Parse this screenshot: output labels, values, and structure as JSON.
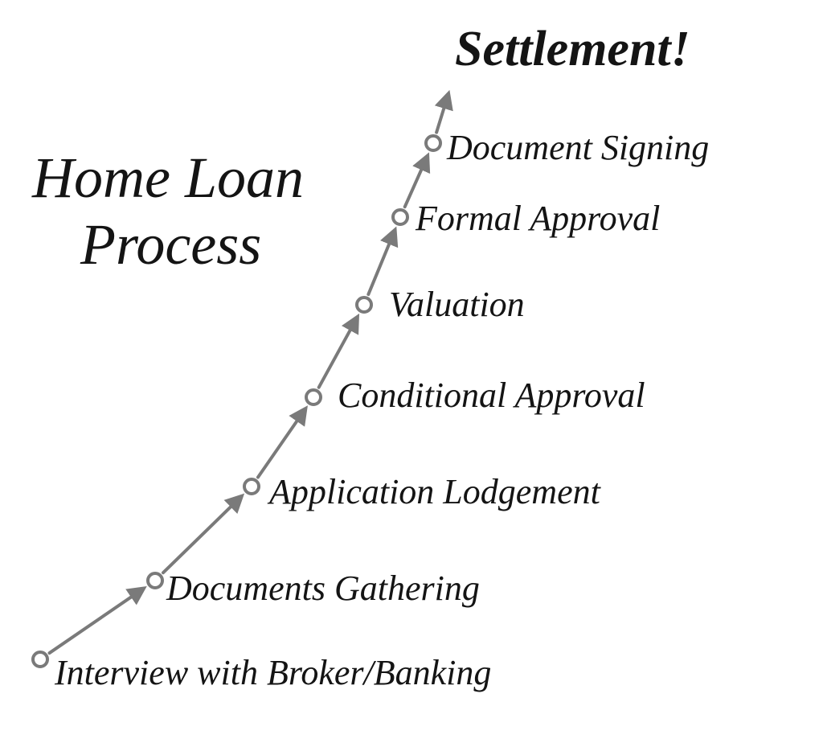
{
  "title": {
    "line1": "Home Loan",
    "line2": "Process"
  },
  "goal": "Settlement!",
  "steps": [
    {
      "label": "Interview with Broker/Banking"
    },
    {
      "label": "Documents Gathering"
    },
    {
      "label": "Application Lodgement"
    },
    {
      "label": "Conditional Approval"
    },
    {
      "label": "Valuation"
    },
    {
      "label": "Formal Approval"
    },
    {
      "label": "Document Signing"
    }
  ],
  "colors": {
    "text": "#141414",
    "connector": "#7a7a7a",
    "node_stroke": "#7a7a7a",
    "background": "#ffffff"
  }
}
